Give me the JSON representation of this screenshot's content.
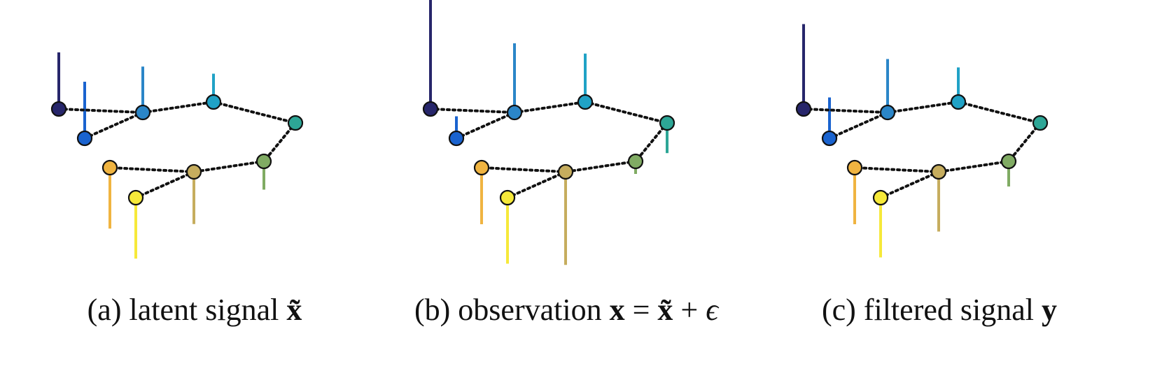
{
  "figure": {
    "panels": [
      {
        "id": "a",
        "caption": {
          "prefix": "(a) latent signal ",
          "symbol": "x̃",
          "suffix": ""
        },
        "nodes": [
          {
            "color": "#27266b",
            "signal": 0.9
          },
          {
            "color": "#1a63cf",
            "signal": 0.9
          },
          {
            "color": "#2b86c8",
            "signal": 0.73
          },
          {
            "color": "#20a2c6",
            "signal": 0.45
          },
          {
            "color": "#2da696",
            "signal": 0.0
          },
          {
            "color": "#80ab63",
            "signal": -0.45
          },
          {
            "color": "#c6ad5e",
            "signal": -0.83
          },
          {
            "color": "#f0b441",
            "signal": -0.97
          },
          {
            "color": "#f6e93a",
            "signal": -0.97
          }
        ]
      },
      {
        "id": "b",
        "caption": {
          "prefix": "(b) observation ",
          "symbol": "x",
          "eq": " = ",
          "symbol2": "x̃",
          "plus": " + ",
          "eps": "ϵ"
        },
        "nodes": [
          {
            "color": "#27266b",
            "signal": 1.75
          },
          {
            "color": "#1a63cf",
            "signal": 0.35
          },
          {
            "color": "#2b86c8",
            "signal": 1.1
          },
          {
            "color": "#20a2c6",
            "signal": 0.77
          },
          {
            "color": "#2da696",
            "signal": -0.48
          },
          {
            "color": "#80ab63",
            "signal": -0.2
          },
          {
            "color": "#c6ad5e",
            "signal": -1.48
          },
          {
            "color": "#f0b441",
            "signal": -0.9
          },
          {
            "color": "#f6e93a",
            "signal": -1.05
          }
        ]
      },
      {
        "id": "c",
        "caption": {
          "prefix": "(c) filtered signal ",
          "symbol": "y",
          "suffix": ""
        },
        "nodes": [
          {
            "color": "#27266b",
            "signal": 1.35
          },
          {
            "color": "#1a63cf",
            "signal": 0.65
          },
          {
            "color": "#2b86c8",
            "signal": 0.85
          },
          {
            "color": "#20a2c6",
            "signal": 0.55
          },
          {
            "color": "#2da696",
            "signal": 0.0
          },
          {
            "color": "#80ab63",
            "signal": -0.4
          },
          {
            "color": "#c6ad5e",
            "signal": -0.95
          },
          {
            "color": "#f0b441",
            "signal": -0.9
          },
          {
            "color": "#f6e93a",
            "signal": -0.95
          }
        ]
      }
    ]
  }
}
